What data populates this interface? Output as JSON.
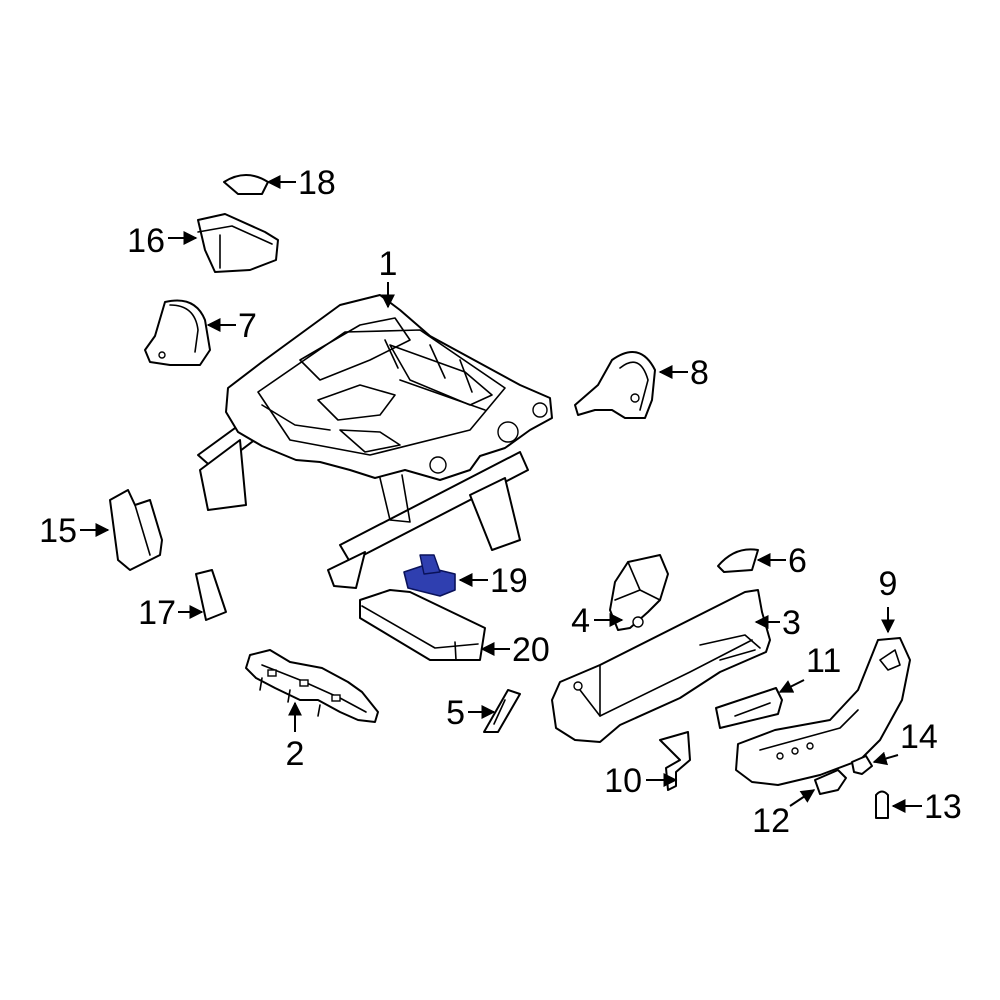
{
  "colors": {
    "outline": "#000000",
    "background": "#ffffff",
    "highlight_fill": "#2f3fb0",
    "highlight_stroke": "#0a125a"
  },
  "highlighted_part": "19",
  "callouts": {
    "c1": "1",
    "c2": "2",
    "c3": "3",
    "c4": "4",
    "c5": "5",
    "c6": "6",
    "c7": "7",
    "c8": "8",
    "c9": "9",
    "c10": "10",
    "c11": "11",
    "c12": "12",
    "c13": "13",
    "c14": "14",
    "c15": "15",
    "c16": "16",
    "c17": "17",
    "c18": "18",
    "c19": "19",
    "c20": "20"
  }
}
